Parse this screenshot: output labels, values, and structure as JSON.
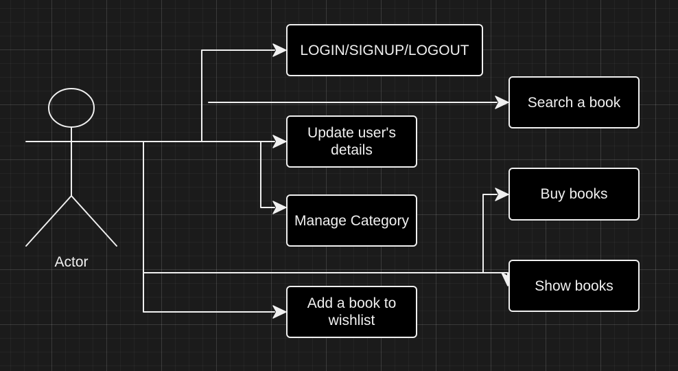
{
  "colors": {
    "background": "#1b1b1b",
    "box_fill": "#000000",
    "stroke": "#f0f0f0",
    "text": "#f0f0f0"
  },
  "actor": {
    "label": "Actor"
  },
  "use_cases": {
    "login": "LOGIN/SIGNUP/LOGOUT",
    "search": "Search a book",
    "update": "Update user's details",
    "manage": "Manage Category",
    "buy": "Buy books",
    "show": "Show books",
    "wishlist": "Add a book to wishlist"
  }
}
